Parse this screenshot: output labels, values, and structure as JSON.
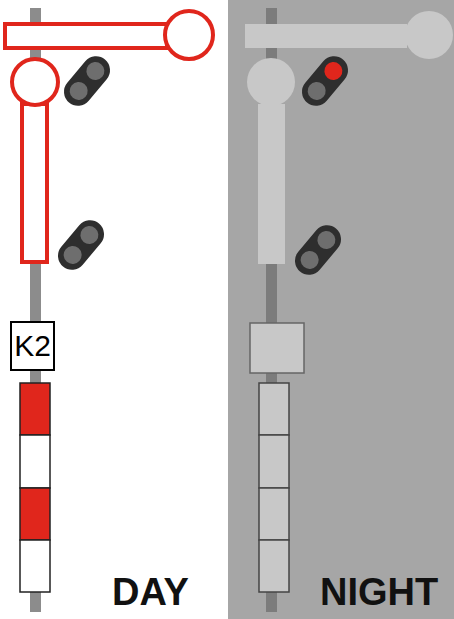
{
  "diagram": {
    "nodes": [
      {
        "text": [
          "K2"
        ]
      }
    ],
    "labels": [
      "DAY",
      "NIGHT"
    ]
  }
}
